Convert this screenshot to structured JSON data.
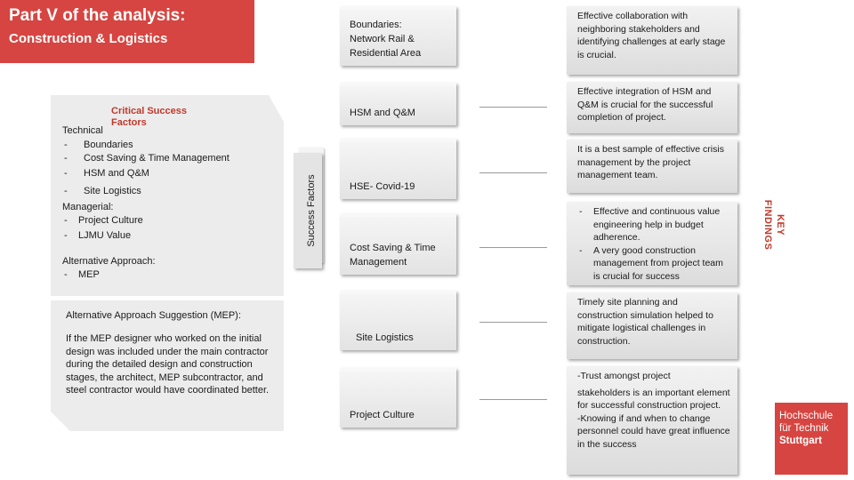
{
  "title": {
    "line1": "Part V of the analysis:",
    "line2": "Construction &  Logistics"
  },
  "csf": {
    "heading": "Critical Success Factors",
    "technical_label": "Technical",
    "technical_items": [
      "Boundaries",
      "Cost Saving & Time Management",
      "HSM and Q&M",
      "Site Logistics"
    ],
    "managerial_label": "Managerial:",
    "managerial_items": [
      "Project Culture",
      "LJMU Value"
    ],
    "alt_label": "Alternative Approach:",
    "alt_items": [
      "MEP"
    ],
    "dash": "-"
  },
  "alt_suggestion": {
    "title": "Alternative Approach Suggestion (MEP):",
    "body": "If the MEP designer who worked on the initial design was included under the main contractor during the detailed design and construction stages, the architect, MEP subcontractor, and steel contractor would have coordinated better."
  },
  "success_factors_label": "Success Factors",
  "factors": [
    "Boundaries: Network Rail & Residential Area",
    "HSM and Q&M",
    "HSE- Covid-19",
    "Cost Saving & Time Management",
    "Site Logistics",
    "Project Culture"
  ],
  "findings": {
    "f1": "Effective collaboration with neighboring stakeholders and identifying challenges at early stage  is crucial.",
    "f2": "Effective integration of HSM and Q&M is crucial for the successful completion of project.",
    "f3": "It is a best sample of effective crisis management by the project management team.",
    "f4_items": [
      "Effective and continuous value  engineering help in budget  adherence.",
      "A very good construction management from project team is crucial for success"
    ],
    "f5": "Timely site planning and construction simulation helped to  mitigate logistical challenges in  construction.",
    "f6_line1": "-Trust amongst project",
    "f6_line2": "stakeholders is an important  element for successful  construction project.",
    "f6_line3": "-Knowing if and when to change  personnel could have great  influence in the success"
  },
  "key_findings": "KEY FINDINGS",
  "logo": {
    "line1": "Hochschule",
    "line2": "für Technik",
    "line3": "Stuttgart"
  }
}
